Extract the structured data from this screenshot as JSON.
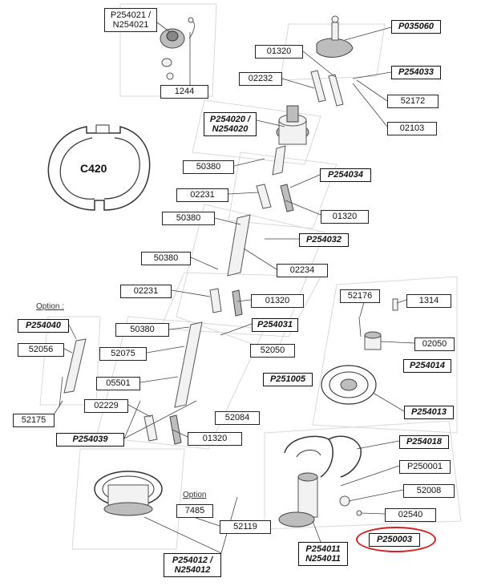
{
  "labels": {
    "p254021": "P254021 /",
    "n254021": "N254021",
    "l1244": "1244",
    "p254020": "P254020 /",
    "n254020": "N254020",
    "p035060": "P035060",
    "l01320_a": "01320",
    "l02232": "02232",
    "p254033": "P254033",
    "l52172": "52172",
    "l02103": "02103",
    "c420": "C420",
    "l50380_a": "50380",
    "p254034": "P254034",
    "l02231_a": "02231",
    "l01320_b": "01320",
    "l50380_b": "50380",
    "p254032": "P254032",
    "l50380_c": "50380",
    "l02234": "02234",
    "l02231_b": "02231",
    "l01320_c": "01320",
    "l52176": "52176",
    "l1314": "1314",
    "option_a": "Option :",
    "p254040": "P254040",
    "l50380_d": "50380",
    "p254031": "P254031",
    "l52056": "52056",
    "l52075": "52075",
    "l52050": "52050",
    "l02050": "02050",
    "p254014": "P254014",
    "l05501": "05501",
    "p251005": "P251005",
    "l02229": "02229",
    "p254013": "P254013",
    "l52175": "52175",
    "l52084": "52084",
    "p254039": "P254039",
    "l01320_d": "01320",
    "p254018": "P254018",
    "l_p250001": "P250001",
    "l52008": "52008",
    "option_b": "Option",
    "l7485": "7485",
    "l02540": "02540",
    "l52119": "52119",
    "p250003": "P250003",
    "p254011": "P254011",
    "n254011": "N254011",
    "p254012": "P254012 /",
    "n254012": "N254012"
  },
  "colors": {
    "highlight": "#d42020",
    "line": "#444444",
    "panel": "#d8d8d8"
  }
}
